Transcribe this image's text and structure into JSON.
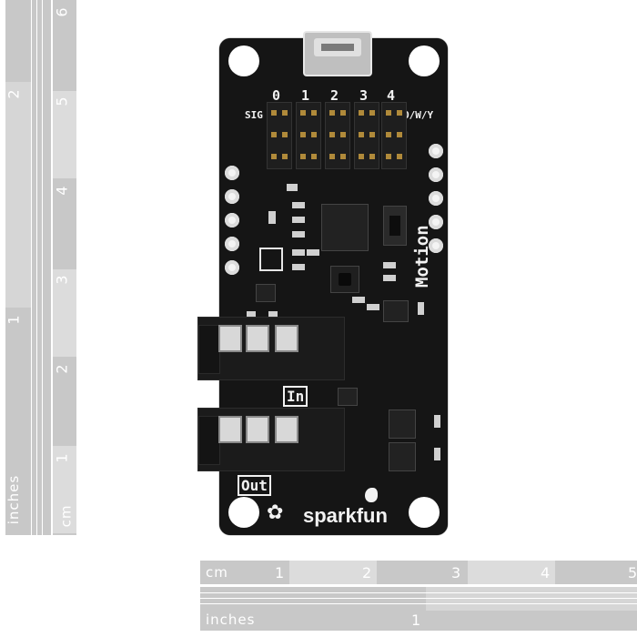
{
  "board": {
    "pin_numbers": [
      "0",
      "1",
      "2",
      "3",
      "4"
    ],
    "label_sig": "SIG",
    "label_owy": "O/W/Y",
    "label_motion": "Motion",
    "label_in": "In",
    "label_out": "Out",
    "brand": "sparkfun"
  },
  "ruler_left": {
    "label_inches": "inches",
    "label_cm": "cm",
    "cm_numbers": [
      "1",
      "2",
      "3",
      "4",
      "5",
      "6"
    ],
    "inch_numbers": [
      "1",
      "2"
    ]
  },
  "ruler_bottom": {
    "label_cm": "cm",
    "label_inches": "inches",
    "cm_numbers": [
      "1",
      "2",
      "3",
      "4",
      "5"
    ],
    "inch_numbers": [
      "1"
    ]
  }
}
